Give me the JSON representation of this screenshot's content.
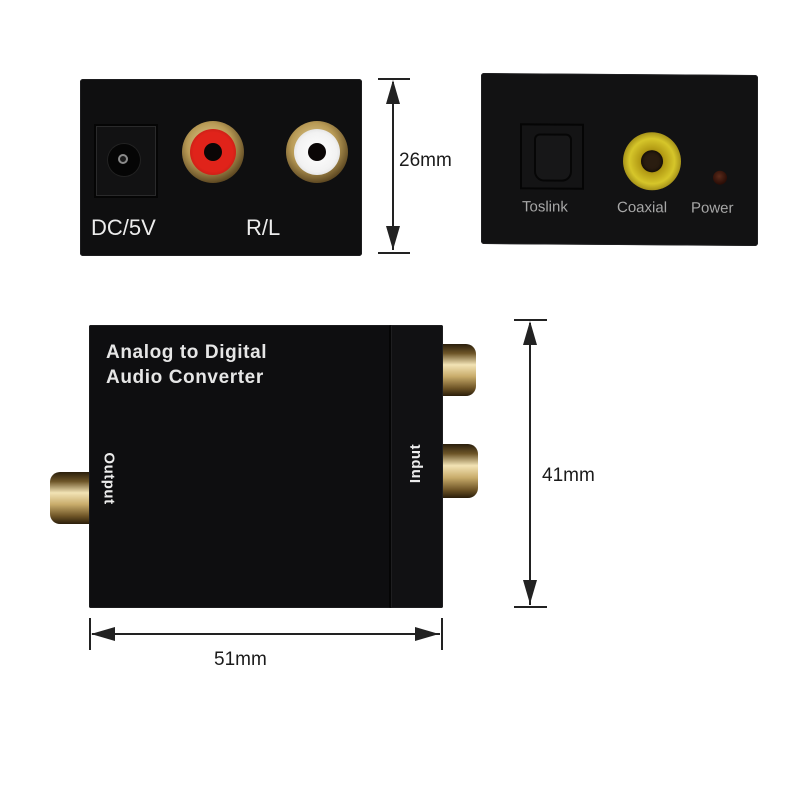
{
  "image_type": "product dimension diagram",
  "product": {
    "title_line1": "Analog to Digital",
    "title_line2": "Audio Converter"
  },
  "analog_panel": {
    "labels": {
      "power_jack": "DC/5V",
      "rca_pair": "R/L"
    },
    "connectors": [
      {
        "name": "DC power jack",
        "label": "DC/5V"
      },
      {
        "name": "RCA right",
        "color": "#e0231a"
      },
      {
        "name": "RCA left",
        "color": "#f2f2f2"
      }
    ]
  },
  "digital_panel": {
    "labels": {
      "optical": "Toslink",
      "coaxial": "Coaxial",
      "power": "Power"
    },
    "colors": {
      "coaxial_ring": "#d6c62a",
      "power_led": "#4a1d10"
    }
  },
  "front_view": {
    "side_labels": {
      "output": "Output",
      "input": "Input"
    }
  },
  "dimensions": {
    "height_panel": "26mm",
    "height_body": "41mm",
    "width_body": "51mm"
  },
  "colors": {
    "body": "#0e0e10",
    "gold_plating": "#c9ad6c",
    "background": "#ffffff",
    "dimension_line": "#222222"
  }
}
